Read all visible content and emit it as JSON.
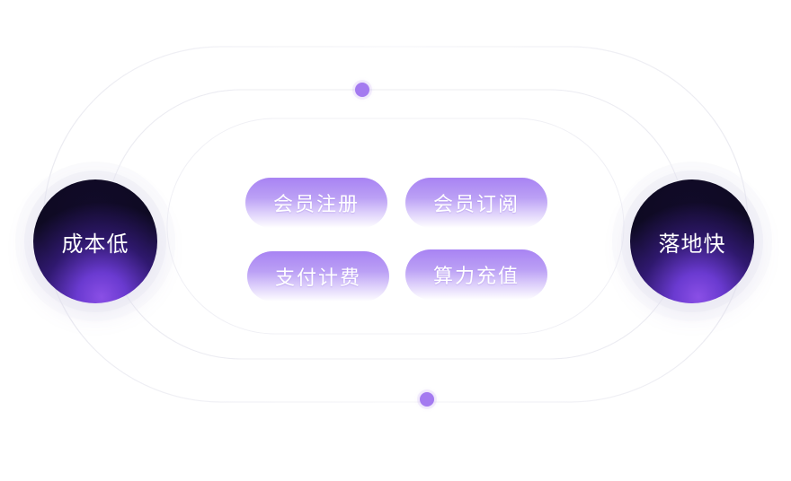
{
  "hub_left": {
    "label": "成本低"
  },
  "hub_right": {
    "label": "落地快"
  },
  "features": [
    {
      "label": "会员注册"
    },
    {
      "label": "会员订阅"
    },
    {
      "label": "支付计费"
    },
    {
      "label": "算力充值"
    }
  ],
  "colors": {
    "accent": "#a47af0",
    "pill_top": "#a883f3",
    "hub_dark": "#0e0a22",
    "hub_glow": "#8a4fe6"
  }
}
